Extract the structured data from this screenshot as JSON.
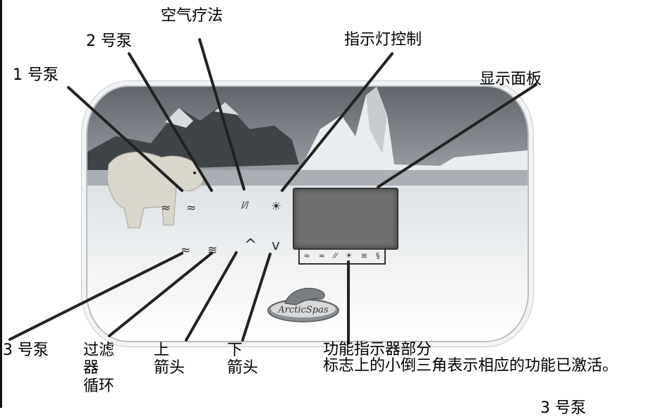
{
  "labels": {
    "air_therapy": "空气疗法",
    "pump2_num": "2",
    "pump2_text": "号泵",
    "light_control": "指示灯控制",
    "pump1_num": "1",
    "pump1_text": "号泵",
    "display_panel": "显示面板",
    "pump3_num": "3",
    "pump3_text": "号泵",
    "filter_1": "过滤",
    "filter_2": "器",
    "filter_3": "循环",
    "up_1": "上",
    "up_2": "箭头",
    "down_1": "下",
    "down_2": "箭头",
    "function_title": "功能指示器部分",
    "function_desc": "标志上的小倒三角表示相应的功能已激活。",
    "cut_off": "3 号泵"
  },
  "panel": {
    "logo_text": "ArcticSpas",
    "buttons": {
      "pump1": "≈",
      "pump2": "≈",
      "air": "/⁄/",
      "light": "☀",
      "pump3": "≈",
      "filter": "≋",
      "up": "^",
      "down": "v"
    },
    "indicator_icons": [
      "≈",
      "≈",
      "⁄⁄",
      "☀",
      "≋",
      "§"
    ]
  },
  "colors": {
    "sky": "#6d7278",
    "ice": "#f1f3f5",
    "display": "#6f6f6f",
    "leader": "#222222"
  }
}
